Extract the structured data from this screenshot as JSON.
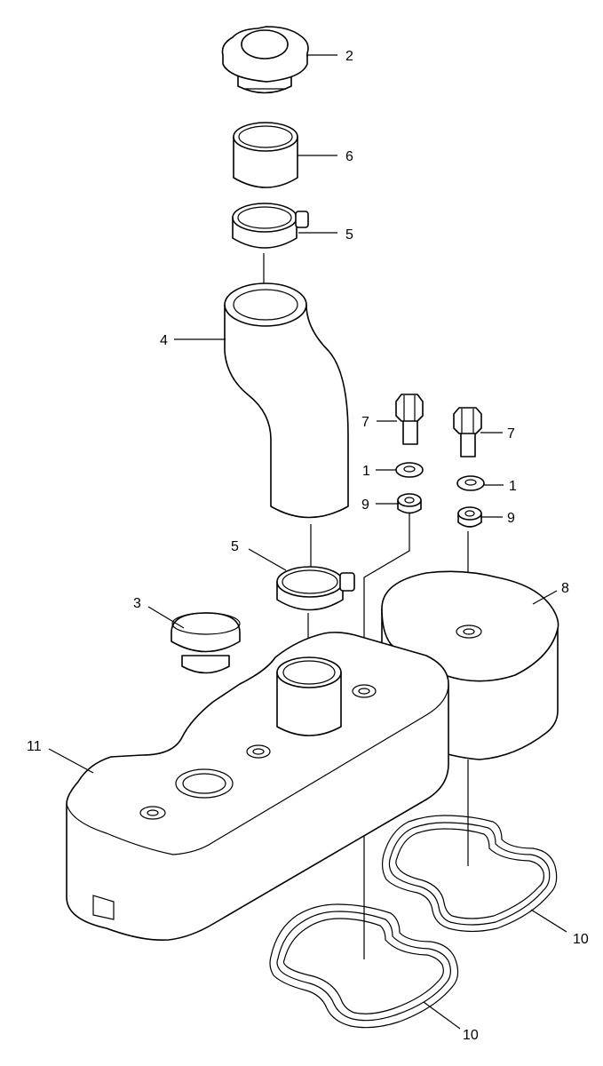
{
  "callouts": {
    "c2": "2",
    "c6": "6",
    "c5a": "5",
    "c4": "4",
    "c7a": "7",
    "c7b": "7",
    "c1a": "1",
    "c1b": "1",
    "c9a": "9",
    "c9b": "9",
    "c5b": "5",
    "c8": "8",
    "c3": "3",
    "c11": "11",
    "c10a": "10",
    "c10b": "10"
  }
}
